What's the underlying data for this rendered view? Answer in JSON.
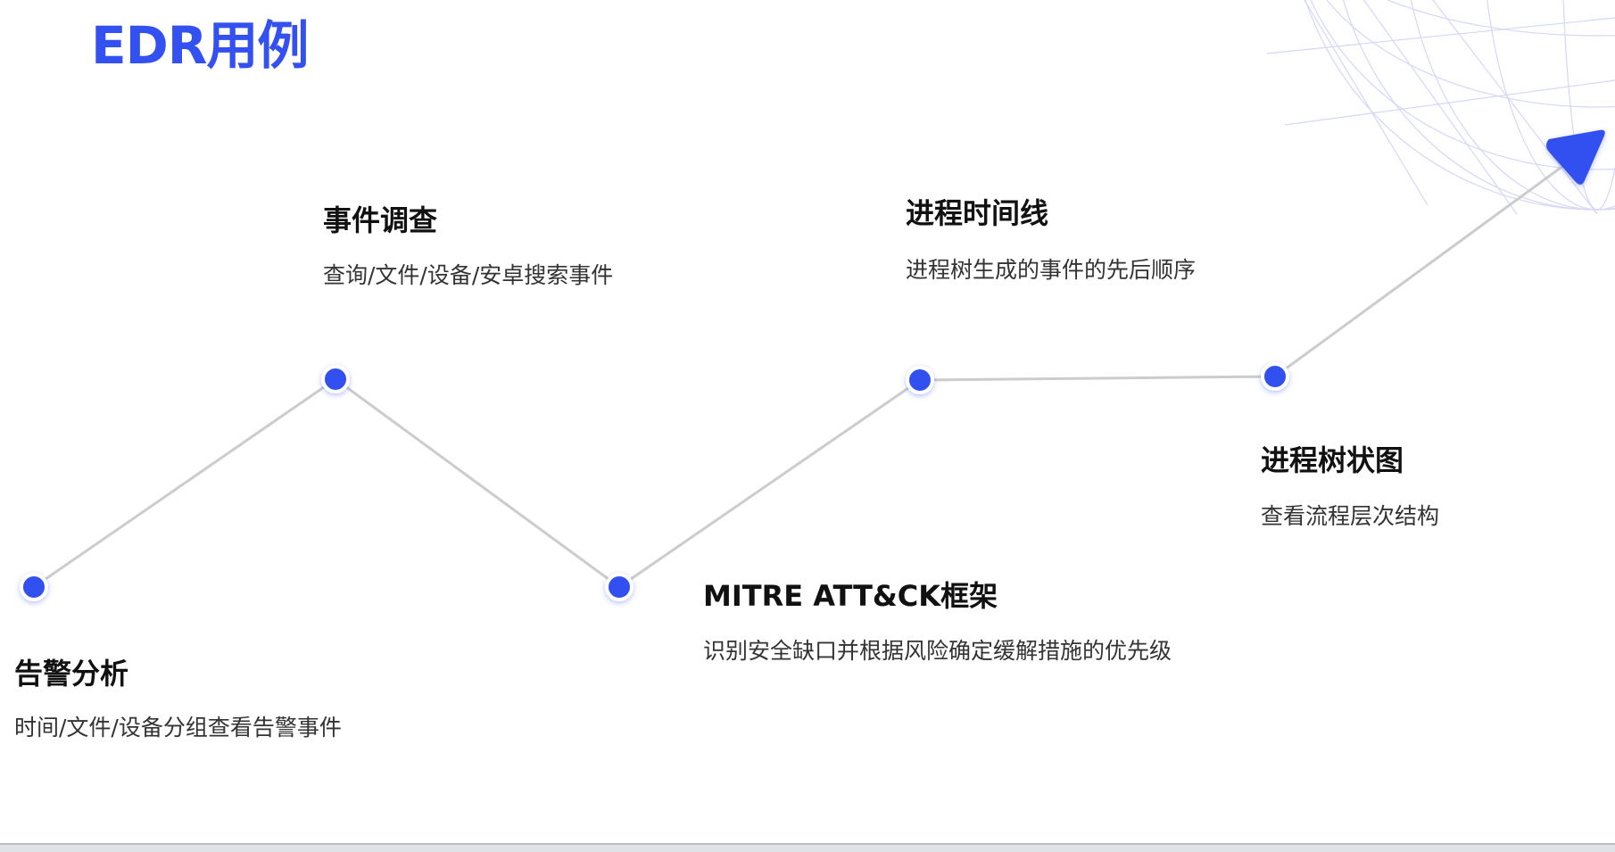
{
  "title": "EDR用例",
  "colors": {
    "accent": "#3350f0",
    "line": "#cccccc",
    "globe": "#c9cdf5"
  },
  "milestones": [
    {
      "heading": "告警分析",
      "description": "时间/文件/设备分组查看告警事件"
    },
    {
      "heading": "事件调查",
      "description": "查询/文件/设备/安卓搜索事件"
    },
    {
      "heading": "MITRE ATT&CK框架",
      "description": "识别安全缺口并根据风险确定缓解措施的优先级"
    },
    {
      "heading": "进程时间线",
      "description": "进程树生成的事件的先后顺序"
    },
    {
      "heading": "进程树状图",
      "description": "查看流程层次结构"
    }
  ]
}
